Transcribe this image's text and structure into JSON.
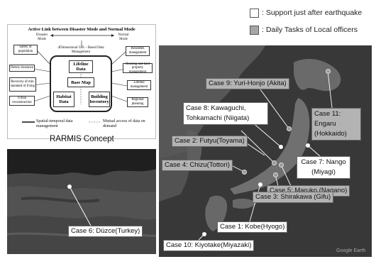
{
  "legend": {
    "support": {
      "label": ": Support just after earthquake",
      "color": "#ffffff"
    },
    "daily": {
      "label": ": Daily Tasks of Local officers",
      "color": "#a6a6a6"
    }
  },
  "concept": {
    "title": "Active Link between Disaster Mode and Normal Mode",
    "disaster_mode": "Disaster Mode",
    "normal_mode": "Normal Mode",
    "gis": "4Dimensional GIS – Based Data Management",
    "outer": {
      "safety": "Safety of population",
      "debris": "Debris clearance",
      "recovery": "Recovery of min. standard of living",
      "urban": "Urban reconstruction",
      "residents": "Residents management",
      "housing": "Housing and land property management",
      "lifeline_mgmt": "Lifeline management",
      "regional": "Regional planning"
    },
    "inner": {
      "lifeline": "Lifeline Data",
      "basemap": "Base Map",
      "habitat": "Habitat Data",
      "building": "Building Inventory"
    },
    "legend_spatial": "Spatial-temporal data management",
    "legend_mutual": "Mutual access of data on demand",
    "label": "RARMIS Concept"
  },
  "cases": {
    "c1": "Case 1: Kobe(Hyogo)",
    "c2": "Case 2: Futyu(Toyama)",
    "c3": "Case 3: Shirakawa (Gifu)",
    "c4": "Case 4: Chizu(Tottori)",
    "c5": "Case 5: Maruko (Nagano)",
    "c6": "Case 6: Düzce(Turkey)",
    "c7": "Case 7: Nango (Miyagi)",
    "c8": "Case 8: Kawaguchi, Tohkamachi (Niigata)",
    "c9": "Case 9: Yuri-Honjo (Akita)",
    "c10": "Case 10: Kiyotake(Miyazaki)",
    "c11": "Case 11: Engaru (Hokkaido)"
  },
  "map_credit": "Google Earth"
}
